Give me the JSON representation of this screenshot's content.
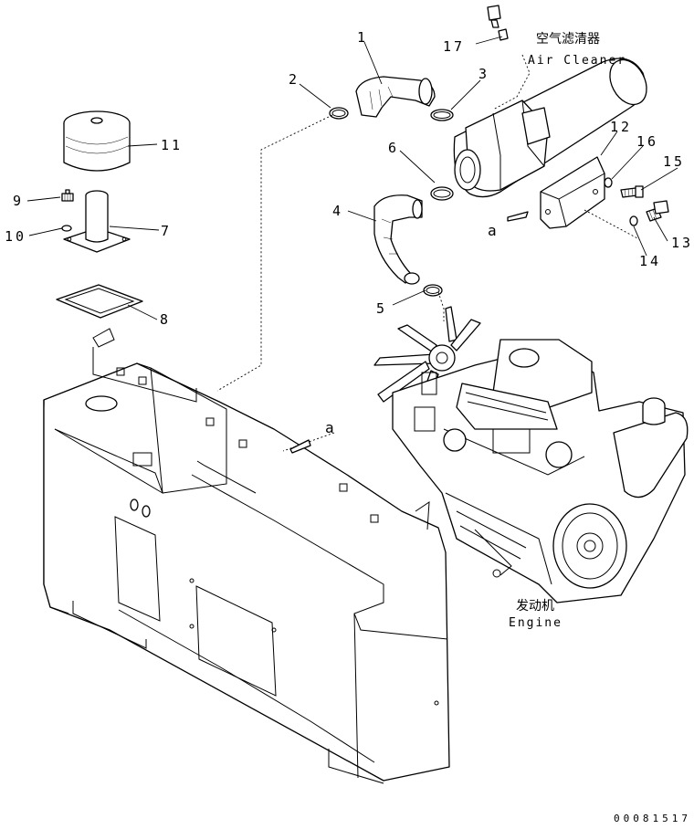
{
  "labels": {
    "air_cleaner_cn": "空气滤清器",
    "air_cleaner_en": "Air Cleaner",
    "engine_cn": "发动机",
    "engine_en": "Engine",
    "ref_a1": "a",
    "ref_a2": "a",
    "drawing_code": "00081517"
  },
  "parts": {
    "p1": "1",
    "p2": "2",
    "p3": "3",
    "p4": "4",
    "p5": "5",
    "p6": "6",
    "p7": "7",
    "p8": "8",
    "p9": "9",
    "p10": "10",
    "p11": "11",
    "p12": "12",
    "p13": "13",
    "p14": "14",
    "p15": "15",
    "p16": "16",
    "p17": "17"
  }
}
